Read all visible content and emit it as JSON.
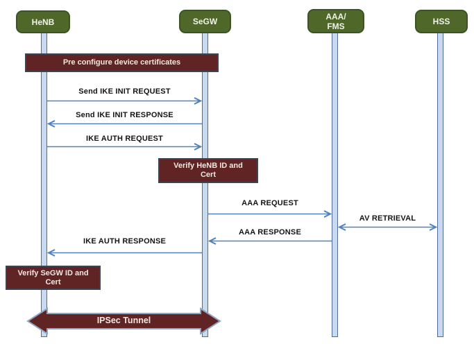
{
  "actors": [
    {
      "label": "HeNB"
    },
    {
      "label": "SeGW"
    },
    {
      "label": "AAA/\nFMS"
    },
    {
      "label": "HSS"
    }
  ],
  "notes": {
    "pre_configure": "Pre configure device certificates",
    "verify_henb": "Verify HeNB ID and\nCert",
    "verify_segw": "Verify  SeGW ID and\nCert",
    "ipsec_tunnel": "IPSec Tunnel"
  },
  "messages": [
    {
      "label": "Send IKE INIT REQUEST",
      "from": "HeNB",
      "to": "SeGW",
      "direction": "right"
    },
    {
      "label": "Send IKE INIT RESPONSE",
      "from": "SeGW",
      "to": "HeNB",
      "direction": "left"
    },
    {
      "label": "IKE AUTH REQUEST",
      "from": "HeNB",
      "to": "SeGW",
      "direction": "right"
    },
    {
      "label": "AAA REQUEST",
      "from": "SeGW",
      "to": "AAA/FMS",
      "direction": "right"
    },
    {
      "label": "AV RETRIEVAL",
      "from": "AAA/FMS",
      "to": "HSS",
      "direction": "both"
    },
    {
      "label": "AAA RESPONSE",
      "from": "AAA/FMS",
      "to": "SeGW",
      "direction": "left"
    },
    {
      "label": "IKE AUTH RESPONSE",
      "from": "SeGW",
      "to": "HeNB",
      "direction": "left"
    }
  ],
  "colors": {
    "actor_fill": "#4F682A",
    "actor_border": "#3C5323",
    "note_fill": "#5F2423",
    "note_border": "#3F4455",
    "message_arrow": "#5081BD",
    "lifeline_fill": "#C9D9EF",
    "lifeline_border": "#4E6B94",
    "ipsec_outline": "#8FA5C0",
    "label_text": "#141414",
    "box_text": "#F2E8E2"
  }
}
